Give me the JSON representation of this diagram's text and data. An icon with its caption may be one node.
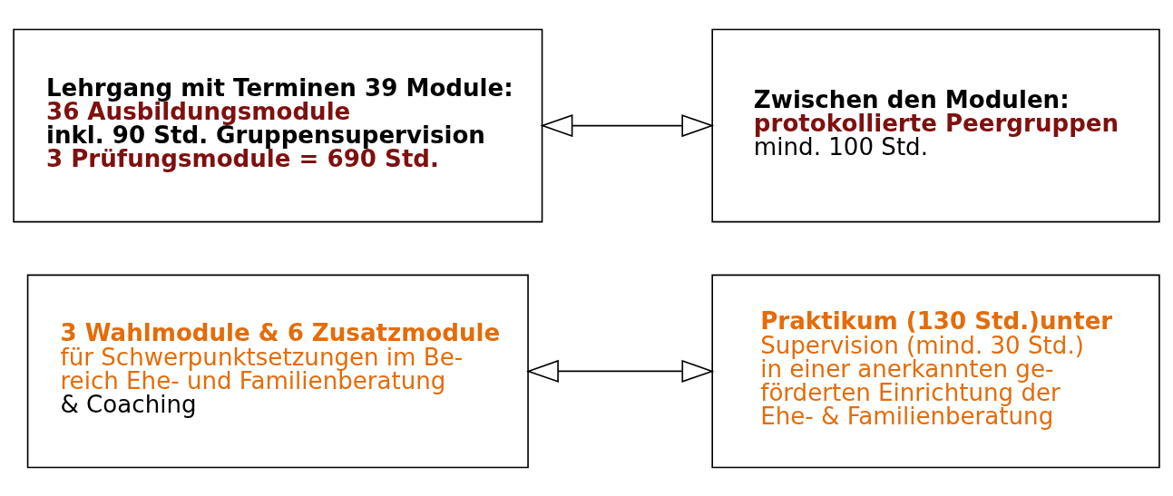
{
  "diagram": {
    "nodes": [
      {
        "text": [
          "Lehrgang mit Terminen 39 Module:",
          "36 Ausbildungsmodule",
          "inkl. 90 Std. Gruppensupervision",
          "3 Prüfungsmodule = 690 Std."
        ]
      },
      {
        "text": [
          "Zwischen den Modulen:",
          "protokollierte Peergruppen",
          "mind. 100 Std."
        ]
      },
      {
        "text": [
          "3 Wahlmodule & 6 Zusatzmodule",
          "für Schwerpunktsetzungen im Be-",
          "reich Ehe- und Familienberatung",
          "& Coaching"
        ]
      },
      {
        "text": [
          "Praktikum (130 Std.)unter",
          "Supervision (mind. 30 Std.)",
          "in einer anerkannten ge-",
          "förderten Einrichtung der",
          "Ehe- & Familienberatung"
        ]
      }
    ],
    "edges": [
      {
        "from": 0,
        "to": 1,
        "arrow": "both"
      },
      {
        "from": 2,
        "to": 3,
        "arrow": "both"
      }
    ]
  }
}
